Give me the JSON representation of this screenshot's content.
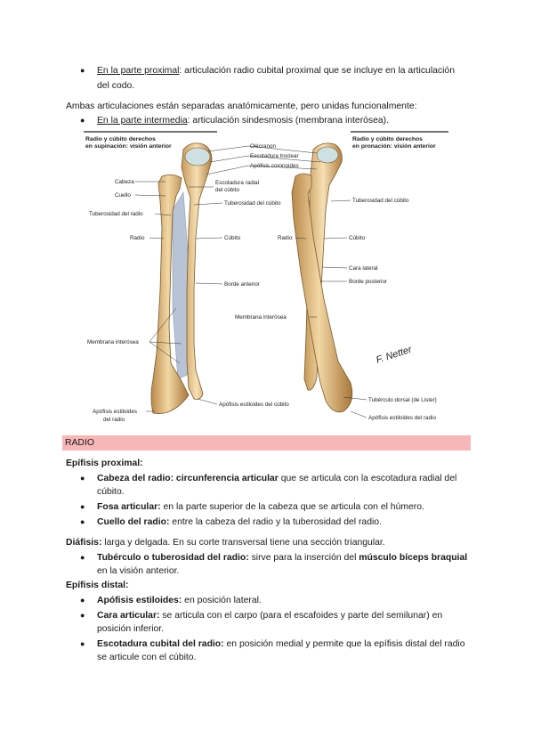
{
  "intro": {
    "item1": {
      "lead": "En la parte proximal",
      "rest": ": articulación radio cubital proximal que se incluye en la articulación",
      "cont": "del codo."
    },
    "sentence": "Ambas articulaciones están separadas anatómicamente, pero unidas funcionalmente:",
    "item2": {
      "lead": "En la parte intermedia",
      "rest": ": articulación sindesmosis (membrana interósea)."
    }
  },
  "figure": {
    "left_title_1": "Radio y cúbito derechos",
    "left_title_2": "en supinación: visión anterior",
    "right_title_1": "Radio y cúbito derechos",
    "right_title_2": "en pronación: visión anterior",
    "labels": {
      "olecranon": "Olécranon",
      "escotadura_troclear": "Escotadura troclear",
      "apofisis_coronoides": "Apófisis coronoides",
      "cabeza": "Cabeza",
      "cuello": "Cuello",
      "tuberosidad_radio": "Tuberosidad del radio",
      "escotadura_radial_1": "Escotadura radial",
      "escotadura_radial_2": "del cúbito",
      "tuberosidad_cubito_l": "Tuberosidad del cúbito",
      "radio_l": "Radio",
      "cubito_l": "Cúbito",
      "borde_anterior": "Borde anterior",
      "membrana_l": "Membrana interósea",
      "apofisis_estiloides_radio_1": "Apófisis estiloides",
      "apofisis_estiloides_radio_2": "del radio",
      "apofisis_estiloides_cubito": "Apófisis estiloides del cúbito",
      "tuberosidad_cubito_r": "Tuberosidad del cúbito",
      "radio_r": "Radio",
      "cubito_r": "Cúbito",
      "cara_lateral": "Cara lateral",
      "borde_posterior": "Borde posterior",
      "membrana_r": "Membrana interósea",
      "tuberculo_dorsal": "Tubérculo dorsal (de Lister)",
      "apofisis_estiloides_radio_r": "Apófisis estiloides del radio"
    },
    "signature": "F. Netter"
  },
  "section_header": "RADIO",
  "epifisis_proximal": {
    "heading": "Epífisis proximal:",
    "items": [
      {
        "b1": "Cabeza del radio: circunferencia articular",
        "t1": " que se articula con la escotadura radial del",
        "cont": "cúbito."
      },
      {
        "b1": "Fosa articular:",
        "t1": " en la parte superior de la cabeza que se articula con el húmero."
      },
      {
        "b1": "Cuello del radio:",
        "t1": " entre la cabeza del radio y la tuberosidad del radio."
      }
    ]
  },
  "diafisis": {
    "heading": "Diáfisis:",
    "text": " larga y delgada. En su corte transversal tiene una sección triangular.",
    "item": {
      "b1": "Tubérculo o tuberosidad del radio:",
      "t1": " sirve para la inserción del ",
      "b2": "músculo bíceps braquial",
      "cont": "en la visión anterior."
    }
  },
  "epifisis_distal": {
    "heading": "Epífisis distal:",
    "items": [
      {
        "b1": "Apófisis estiloides:",
        "t1": " en posición lateral."
      },
      {
        "b1": "Cara articular:",
        "t1": " se articula con el carpo (para el escafoides y parte del semilunar) en",
        "cont": "posición inferior."
      },
      {
        "b1": "Escotadura cubital del radio:",
        "t1": " en posición medial y permite que la epífisis distal del radio",
        "cont": "se articule con el cúbito."
      }
    ]
  },
  "bullet_char": "●"
}
